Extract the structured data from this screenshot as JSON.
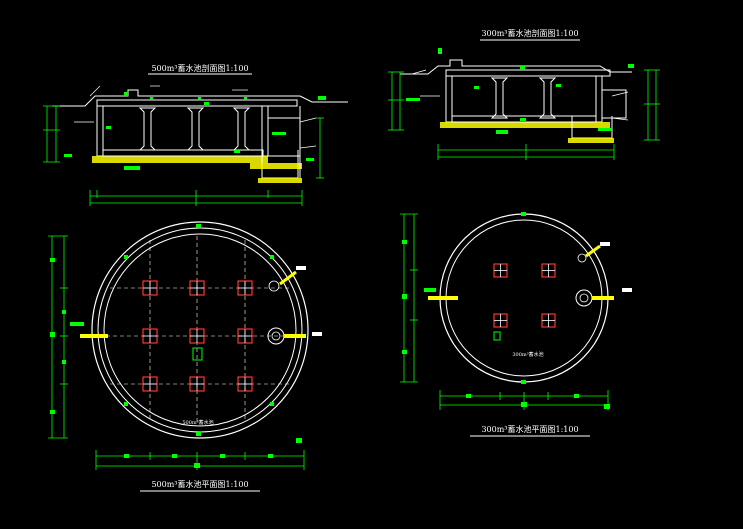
{
  "drawing": {
    "title_500_section": "500m³蓄水池剖面图1:100",
    "title_300_section": "300m³蓄水池剖面图1:100",
    "title_500_plan": "500m³蓄水池平面图1:100",
    "title_300_plan": "300m³蓄水池平面图1:100",
    "label_500_inner": "500m³蓄水池",
    "label_300_inner": "300m³蓄水池"
  },
  "colors": {
    "background": "#000000",
    "outline": "#ffffff",
    "dimension": "#00ff00",
    "hatch": "#ffff00",
    "column": "#ff3333",
    "pipe": "#ffff00"
  },
  "icons": {
    "column": "column-square-icon",
    "manhole": "manhole-circle-icon"
  }
}
